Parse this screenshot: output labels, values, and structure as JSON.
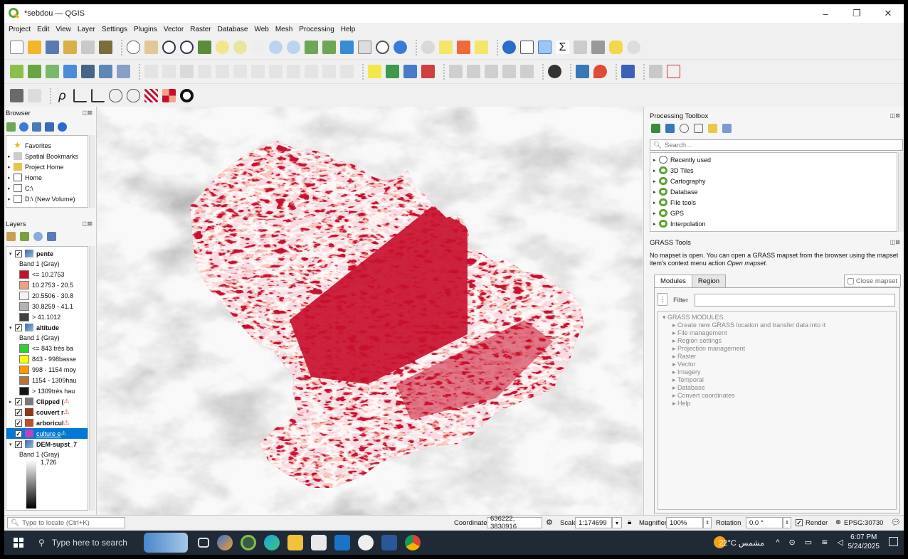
{
  "window": {
    "title": "*sebdou — QGIS",
    "controls": [
      "–",
      "❐",
      "✕"
    ]
  },
  "menu": [
    "Project",
    "Edit",
    "View",
    "Layer",
    "Settings",
    "Plugins",
    "Vector",
    "Raster",
    "Database",
    "Web",
    "Mesh",
    "Processing",
    "Help"
  ],
  "browser": {
    "title": "Browser",
    "items": [
      "Favorites",
      "Spatial Bookmarks",
      "Project Home",
      "Home",
      "C:\\",
      "D:\\ (New Volume)"
    ]
  },
  "layers": {
    "title": "Layers",
    "pente": {
      "name": "pente",
      "band": "Band 1 (Gray)",
      "classes": [
        {
          "label": "<= 10.2753",
          "color": "#c8102e"
        },
        {
          "label": "10.2753 - 20.5",
          "color": "#f0a08a"
        },
        {
          "label": "20.5506 - 30.8",
          "color": "#f5f5f5"
        },
        {
          "label": "30.8259 - 41.1",
          "color": "#b3b3b3"
        },
        {
          "label": "> 41.1012",
          "color": "#404040"
        }
      ]
    },
    "altitude": {
      "name": "altitude",
      "band": "Band 1 (Gray)",
      "classes": [
        {
          "label": "<= 843 très ba",
          "color": "#2fd12f"
        },
        {
          "label": "843 - 998basse",
          "color": "#ffff00"
        },
        {
          "label": "998 - 1154 moy",
          "color": "#ff9900"
        },
        {
          "label": "1154 - 1309hau",
          "color": "#b8733a"
        },
        {
          "label": "> 1309très hau",
          "color": "#141414"
        }
      ]
    },
    "vectors": [
      {
        "name": "Clipped (",
        "color": "#7a7a7a"
      },
      {
        "name": "couvert r",
        "color": "#8b3a1a"
      },
      {
        "name": "arboricul",
        "color": "#b85030"
      },
      {
        "name": "culture e",
        "color": "#c040c0"
      }
    ],
    "dem": {
      "name": "DEM-supst_7",
      "band": "Band 1 (Gray)",
      "value": "1,726"
    }
  },
  "processing": {
    "title": "Processing Toolbox",
    "search_placeholder": "Search...",
    "items": [
      "Recently used",
      "3D Tiles",
      "Cartography",
      "Database",
      "File tools",
      "GPS",
      "Interpolation"
    ]
  },
  "grass": {
    "title": "GRASS Tools",
    "message": "No mapset is open. You can open a GRASS mapset from the browser using the mapset item's context menu action",
    "message_action": "Open mapset.",
    "tabs": [
      "Modules",
      "Region"
    ],
    "close_mapset": "Close mapset",
    "filter_label": "Filter",
    "modules_root": "GRASS MODULES",
    "modules": [
      "Create new GRASS location and transfer data into it",
      "File management",
      "Region settings",
      "Projection management",
      "Raster",
      "Vector",
      "Imagery",
      "Temporal",
      "Database",
      "Convert coordinates",
      "Help"
    ]
  },
  "status": {
    "locate_placeholder": "Type to locate (Ctrl+K)",
    "coordinate_label": "Coordinate",
    "coordinate": "636222, 3830916",
    "scale_label": "Scale",
    "scale": "1:174699",
    "magnifier_label": "Magnifier",
    "magnifier": "100%",
    "rotation_label": "Rotation",
    "rotation": "0.0 °",
    "render_label": "Render",
    "crs": "EPSG:30730"
  },
  "taskbar": {
    "search_placeholder": "Type here to search",
    "weather": "22°C مشمس",
    "time": "6:07 PM",
    "date": "5/24/2025"
  },
  "colors": {
    "accent": "#c8102e",
    "selection": "#0078d7",
    "taskbar": "#1f2a36"
  }
}
